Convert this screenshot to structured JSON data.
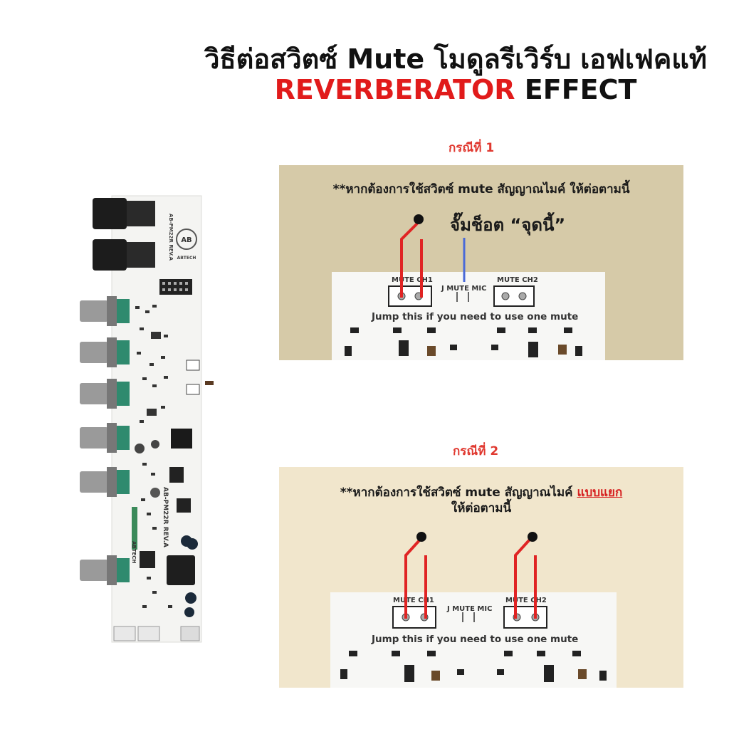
{
  "header": {
    "title_line1": "วิธีต่อสวิตซ์ Mute โมดูลรีเวิร์บ เอฟเฟคแท้",
    "title_line2_red": "REVERBERATOR",
    "title_line2_black": " EFFECT"
  },
  "board": {
    "model_label_top": "AB-PM22R REV.A",
    "logo_text": "AB",
    "brand_label": "ABTECH",
    "model_label_side": "AB-PM22R REV.A",
    "brand_label_side": "ABTECH"
  },
  "case1": {
    "label": "กรณีที่ 1",
    "note": "**หากต้องการใช้สวิตซ์ mute สัญญาณไมค์ ให้ต่อตามนี้",
    "short_text": "จั๊มช็อต “จุดนี้”",
    "mute_ch1": "MUTE CH1",
    "j_mute_mic": "J MUTE MIC",
    "mute_ch2": "MUTE CH2",
    "jump_text": "Jump this if you need to use one mute"
  },
  "case2": {
    "label": "กรณีที่ 2",
    "note_prefix": "**หากต้องการใช้สวิตซ์ mute สัญญาณไมค์ ",
    "note_emph": "แบบแยก",
    "note_line2": "ให้ต่อตามนี้",
    "mute_ch1": "MUTE CH1",
    "j_mute_mic": "J MUTE MIC",
    "mute_ch2": "MUTE CH2",
    "jump_text": "Jump this if you need to use one mute"
  },
  "colors": {
    "accent_red": "#e11b1b",
    "wire_red": "#e02424",
    "bracket_brown": "#5a3a22",
    "pointer_blue": "#4a6ad8",
    "panel1_bg": "#d6caa8",
    "panel2_bg": "#f1e6cc"
  }
}
